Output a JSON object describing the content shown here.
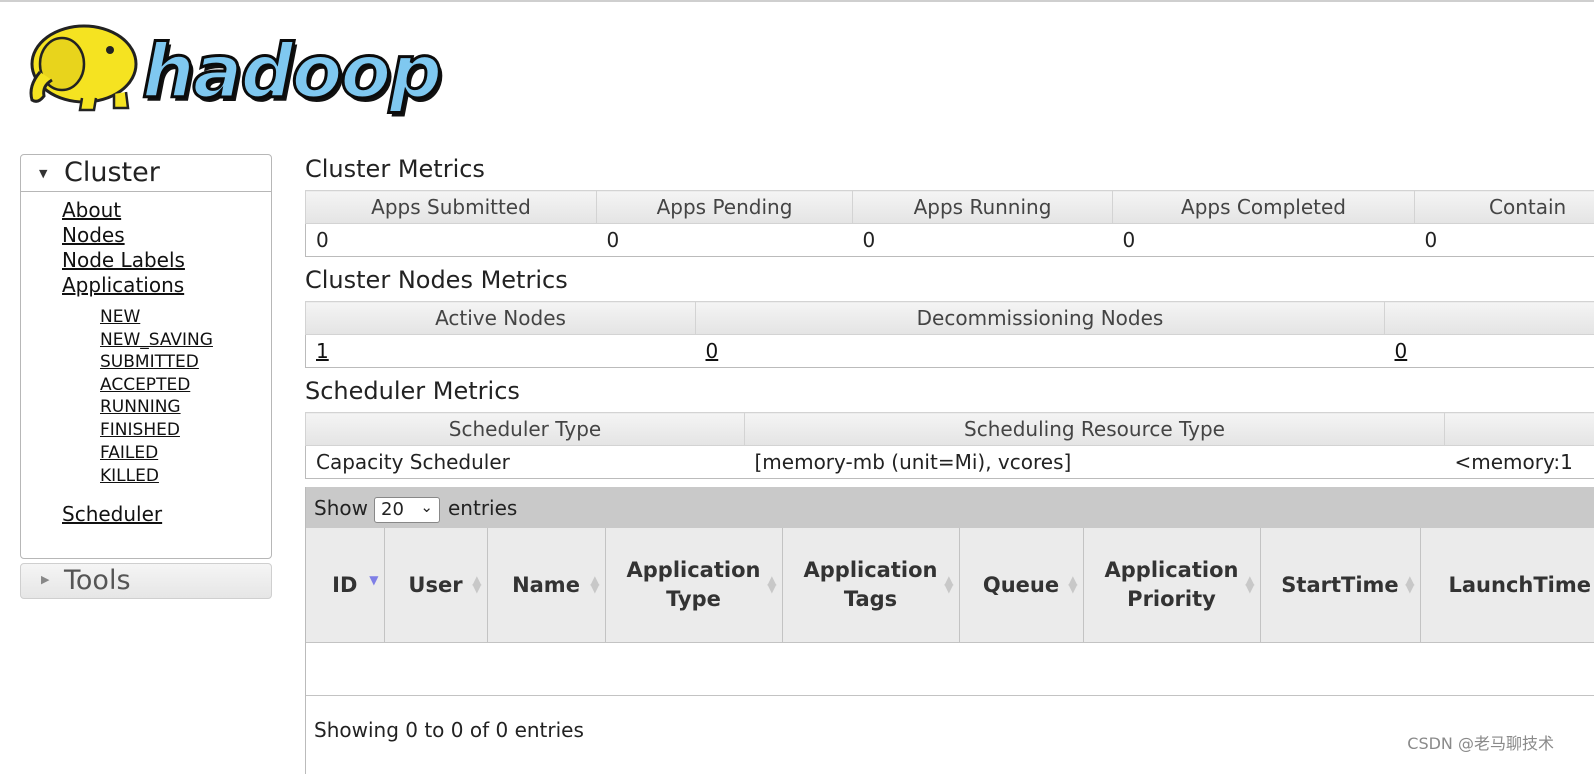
{
  "logo": {
    "text": "hadoop"
  },
  "sidebar": {
    "cluster": {
      "title": "Cluster",
      "links": [
        "About",
        "Nodes",
        "Node Labels",
        "Applications"
      ],
      "app_states": [
        "NEW",
        "NEW_SAVING",
        "SUBMITTED",
        "ACCEPTED",
        "RUNNING",
        "FINISHED",
        "FAILED",
        "KILLED"
      ],
      "scheduler": "Scheduler"
    },
    "tools": {
      "title": "Tools"
    }
  },
  "cluster_metrics": {
    "title": "Cluster Metrics",
    "headers": [
      "Apps Submitted",
      "Apps Pending",
      "Apps Running",
      "Apps Completed",
      "Contain"
    ],
    "values": [
      "0",
      "0",
      "0",
      "0",
      "0"
    ]
  },
  "node_metrics": {
    "title": "Cluster Nodes Metrics",
    "headers": [
      "Active Nodes",
      "Decommissioning Nodes",
      ""
    ],
    "values": [
      "1",
      "0",
      "0"
    ]
  },
  "scheduler_metrics": {
    "title": "Scheduler Metrics",
    "headers": [
      "Scheduler Type",
      "Scheduling Resource Type",
      ""
    ],
    "values": [
      "Capacity Scheduler",
      "[memory-mb (unit=Mi), vcores]",
      "<memory:1"
    ]
  },
  "apps_table": {
    "show_label": "Show",
    "entries_label": "entries",
    "page_size": "20",
    "columns": [
      "ID",
      "User",
      "Name",
      "Application Type",
      "Application Tags",
      "Queue",
      "Application Priority",
      "StartTime",
      "LaunchTime"
    ],
    "info": "Showing 0 to 0 of 0 entries"
  },
  "watermark": "CSDN @老马聊技术",
  "colors": {
    "header_bg": "#ebebeb",
    "toolbar_bg": "#c9c9c9",
    "logo_blue": "#7fc8f0",
    "elephant_yellow": "#f5e321"
  }
}
